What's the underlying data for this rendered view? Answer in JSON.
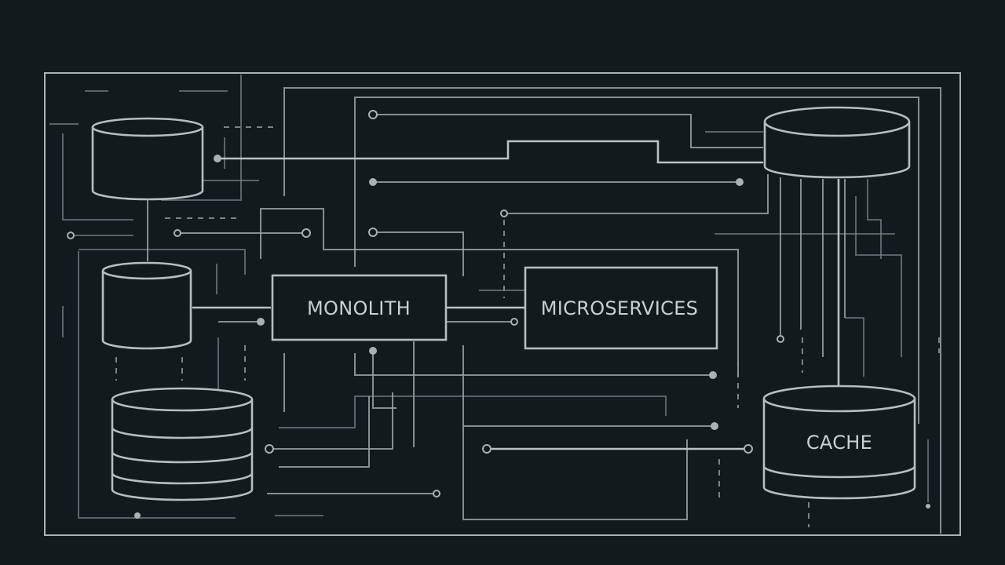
{
  "diagram": {
    "nodes": {
      "monolith": {
        "label": "MONOLITH"
      },
      "microservices": {
        "label": "MICROSERVICES"
      },
      "cache": {
        "label": "CACHE"
      }
    },
    "icons": [
      "database-cylinder-icon",
      "database-cylinder-icon",
      "stacked-database-icon",
      "database-cylinder-icon"
    ],
    "colors": {
      "background": "#131a1d",
      "line": "#9aa4a7",
      "shape_stroke": "#b5bec1",
      "label": "#c9d0d2"
    }
  }
}
